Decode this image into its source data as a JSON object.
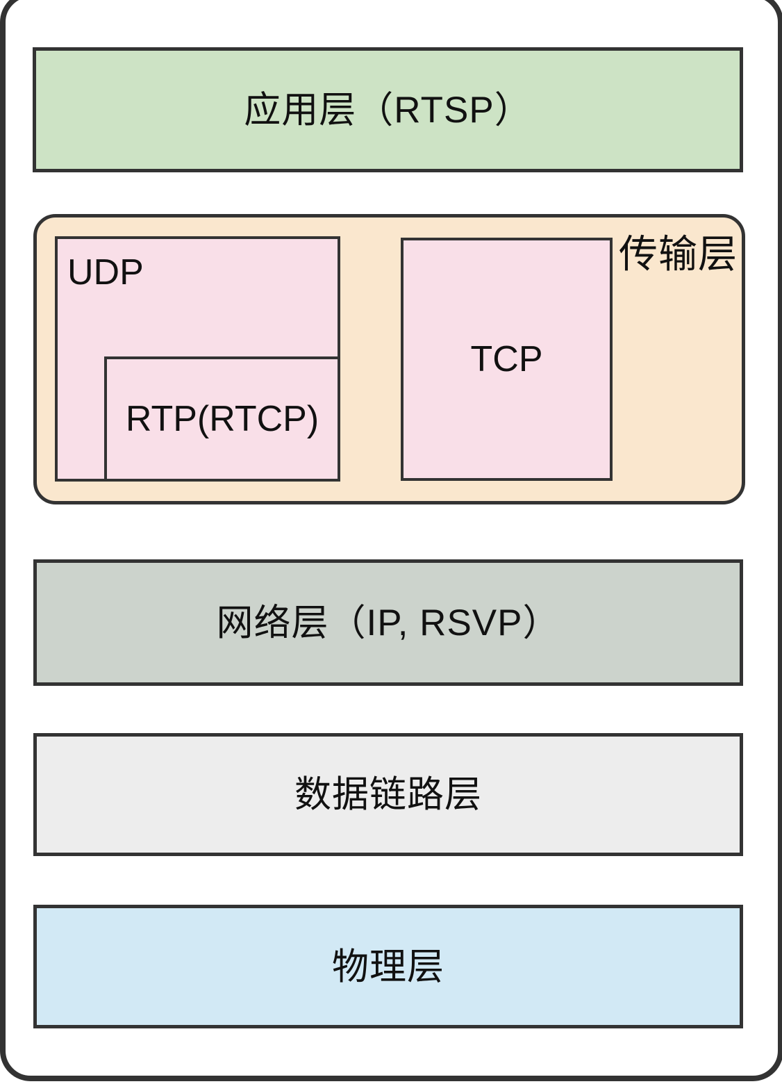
{
  "diagram": {
    "layers": {
      "application": {
        "label": "应用层（RTSP）"
      },
      "transport": {
        "label": "传输层",
        "protocols": {
          "udp": {
            "label": "UDP"
          },
          "rtp": {
            "label": "RTP(RTCP)"
          },
          "tcp": {
            "label": "TCP"
          }
        }
      },
      "network": {
        "label": "网络层（IP, RSVP）"
      },
      "data_link": {
        "label": "数据链路层"
      },
      "physical": {
        "label": "物理层"
      }
    },
    "colors": {
      "application_bg": "#cde3c5",
      "transport_bg": "#fae7ce",
      "protocol_bg": "#f9dfe8",
      "network_bg": "#ccd3cc",
      "data_link_bg": "#ededed",
      "physical_bg": "#d2e9f5",
      "border": "#333333",
      "text": "#111111"
    }
  }
}
